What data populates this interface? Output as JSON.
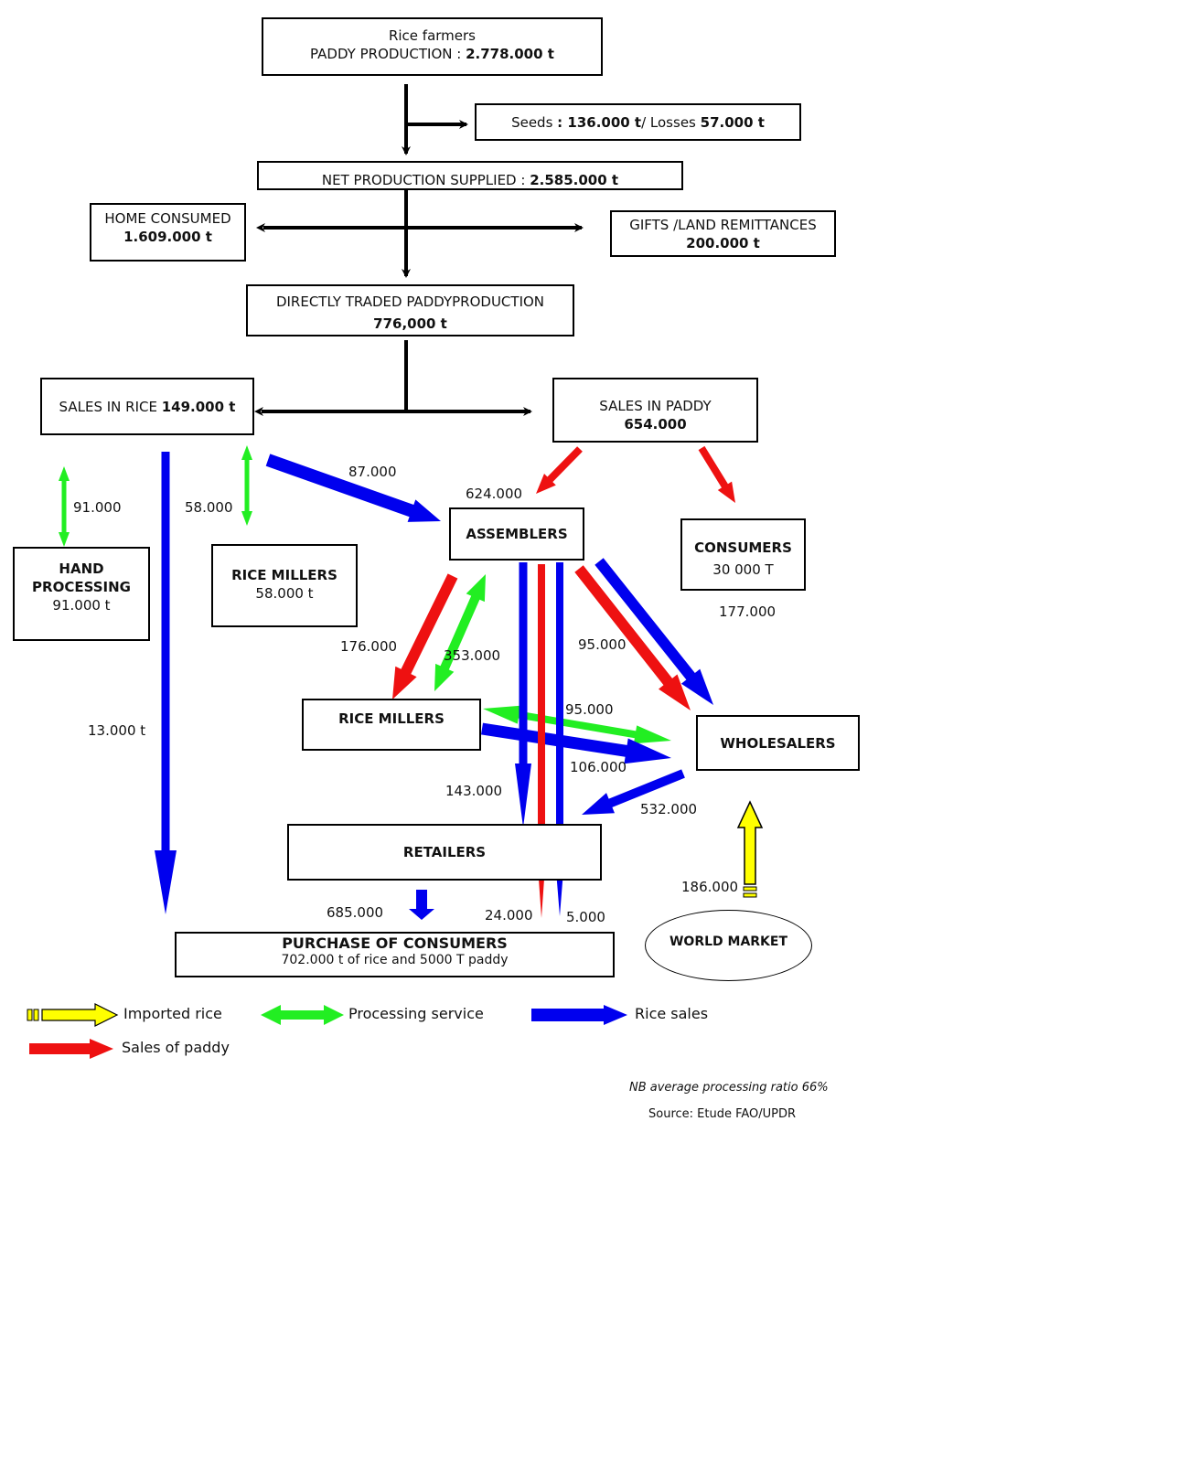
{
  "colors": {
    "rice_sales": "#0000ee",
    "sales_of_paddy": "#ee1111",
    "processing_service": "#22ee22",
    "imported_rice": "#ffff00",
    "structure": "#000000"
  },
  "boxes": {
    "rice_farmers": {
      "line1": "Rice farmers",
      "line2_prefix": "PADDY PRODUCTION  :  ",
      "line2_value": "2.778.000 t"
    },
    "seeds_losses": {
      "prefix": "Seeds ",
      "value1": ": 136.000 t",
      "mid": "/ Losses ",
      "value2": "57.000 t"
    },
    "net_production": {
      "prefix": "NET PRODUCTION SUPPLIED : ",
      "value": "2.585.000 t"
    },
    "home_consumed": {
      "label": "HOME CONSUMED",
      "value": "1.609.000 t"
    },
    "gifts": {
      "label": "GIFTS /LAND REMITTANCES",
      "value": "200.000 t"
    },
    "directly_traded": {
      "label": "DIRECTLY TRADED PADDYPRODUCTION",
      "value": "776,000 t"
    },
    "sales_in_rice": {
      "label": "SALES IN RICE ",
      "value": "149.000 t"
    },
    "sales_in_paddy": {
      "label": "SALES IN PADDY",
      "value": "654.000"
    },
    "hand_processing": {
      "label1": "HAND",
      "label2": "PROCESSING",
      "value": "91.000 t"
    },
    "rice_millers_top": {
      "label": "RICE MILLERS",
      "value": "58.000 t"
    },
    "assemblers": {
      "label": "ASSEMBLERS"
    },
    "consumers": {
      "label": "CONSUMERS",
      "value": "30 000 T"
    },
    "rice_millers_mid": {
      "label": "RICE MILLERS"
    },
    "wholesalers": {
      "label": "WHOLESALERS"
    },
    "retailers": {
      "label": "RETAILERS"
    },
    "purchase": {
      "label": "PURCHASE OF CONSUMERS",
      "value": "702.000 t of rice  and 5000 T paddy"
    },
    "world_market": {
      "label": "WORLD MARKET"
    }
  },
  "flows": [
    {
      "id": "sales-rice-hand-processing",
      "type": "processing_service",
      "value": "91.000"
    },
    {
      "id": "sales-rice-rice-millers",
      "type": "processing_service",
      "value": "58.000"
    },
    {
      "id": "sales-rice-assemblers",
      "type": "rice_sales",
      "value": "87.000"
    },
    {
      "id": "sales-rice-purchase",
      "type": "rice_sales",
      "value": "13.000 t"
    },
    {
      "id": "sales-paddy-assemblers",
      "type": "sales_of_paddy",
      "value": "624.000"
    },
    {
      "id": "sales-paddy-consumers",
      "type": "sales_of_paddy",
      "value": "177.000"
    },
    {
      "id": "assemblers-rice-millers-paddy",
      "type": "sales_of_paddy",
      "value": "176.000"
    },
    {
      "id": "assemblers-rice-millers-processing",
      "type": "processing_service",
      "value": "353.000"
    },
    {
      "id": "assemblers-wholesalers",
      "type": "sales_of_paddy",
      "value": "95.000"
    },
    {
      "id": "rice-millers-wholesalers-processing",
      "type": "processing_service",
      "value": "95.000"
    },
    {
      "id": "rice-millers-wholesalers-rice",
      "type": "rice_sales",
      "value": "106.000"
    },
    {
      "id": "assemblers-retailers",
      "type": "rice_sales",
      "value": "143.000"
    },
    {
      "id": "wholesalers-retailers",
      "type": "rice_sales",
      "value": "532.000"
    },
    {
      "id": "world-market-wholesalers",
      "type": "imported_rice",
      "value": "186.000"
    },
    {
      "id": "retailers-purchase",
      "type": "rice_sales",
      "value": "685.000"
    },
    {
      "id": "assemblers-purchase-paddy",
      "type": "sales_of_paddy",
      "value": "24.000"
    },
    {
      "id": "assemblers-purchase-rice",
      "type": "rice_sales",
      "value": "5.000"
    }
  ],
  "legend": {
    "imported_rice": "Imported rice",
    "processing_service": "Processing service",
    "rice_sales": "Rice sales",
    "sales_of_paddy": "Sales of paddy"
  },
  "notes": {
    "ratio": "NB average processing ratio 66%",
    "source": "Source: Etude FAO/UPDR"
  }
}
